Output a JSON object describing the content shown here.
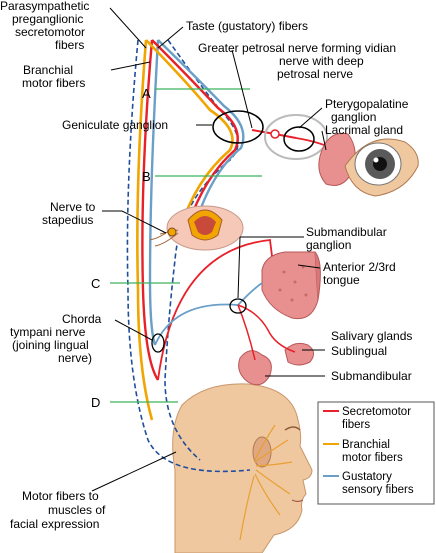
{
  "labels": {
    "parasympathetic": [
      "Parasympathetic",
      "preganglionic",
      "secretomotor",
      "fibers"
    ],
    "taste": "Taste (gustatory) fibers",
    "greater_petrosal": [
      "Greater petrosal nerve forming vidian",
      "nerve with deep",
      "petrosal nerve"
    ],
    "branchial": [
      "Branchial",
      "motor fibers"
    ],
    "pterygopalatine": [
      "Pterygopalatine",
      "ganglion"
    ],
    "geniculate": "Geniculate ganglion",
    "lacrimal": "Lacrimal gland",
    "stapedius": [
      "Nerve to",
      "stapedius"
    ],
    "submandibular_ganglion": [
      "Submandibular",
      "ganglion"
    ],
    "tongue": [
      "Anterior 2/3rd",
      "tongue"
    ],
    "chorda": [
      "Chorda",
      "tympani nerve",
      "(joining lingual",
      "nerve)"
    ],
    "salivary": "Salivary glands",
    "sublingual": "Sublingual",
    "submandibular": "Submandibular",
    "motor_fibers": [
      "Motor fibers to",
      "muscles of",
      "facial expression"
    ],
    "segments": [
      "A",
      "B",
      "C",
      "D"
    ]
  },
  "legend": {
    "items": [
      {
        "label": [
          "Secretomotor",
          "fibers"
        ],
        "color": "#e8202a"
      },
      {
        "label": [
          "Branchial",
          "motor fibers"
        ],
        "color": "#f0a500"
      },
      {
        "label": [
          "Gustatory",
          "sensory fibers"
        ],
        "color": "#6a9fc8"
      }
    ]
  },
  "colors": {
    "secretomotor": "#e8202a",
    "branchial": "#f0a500",
    "gustatory": "#6a9fc8",
    "sheath": "#1f4e9c",
    "segment_line": "#3bb55a",
    "skin": "#f0c8a0",
    "gland": "#e89090"
  }
}
